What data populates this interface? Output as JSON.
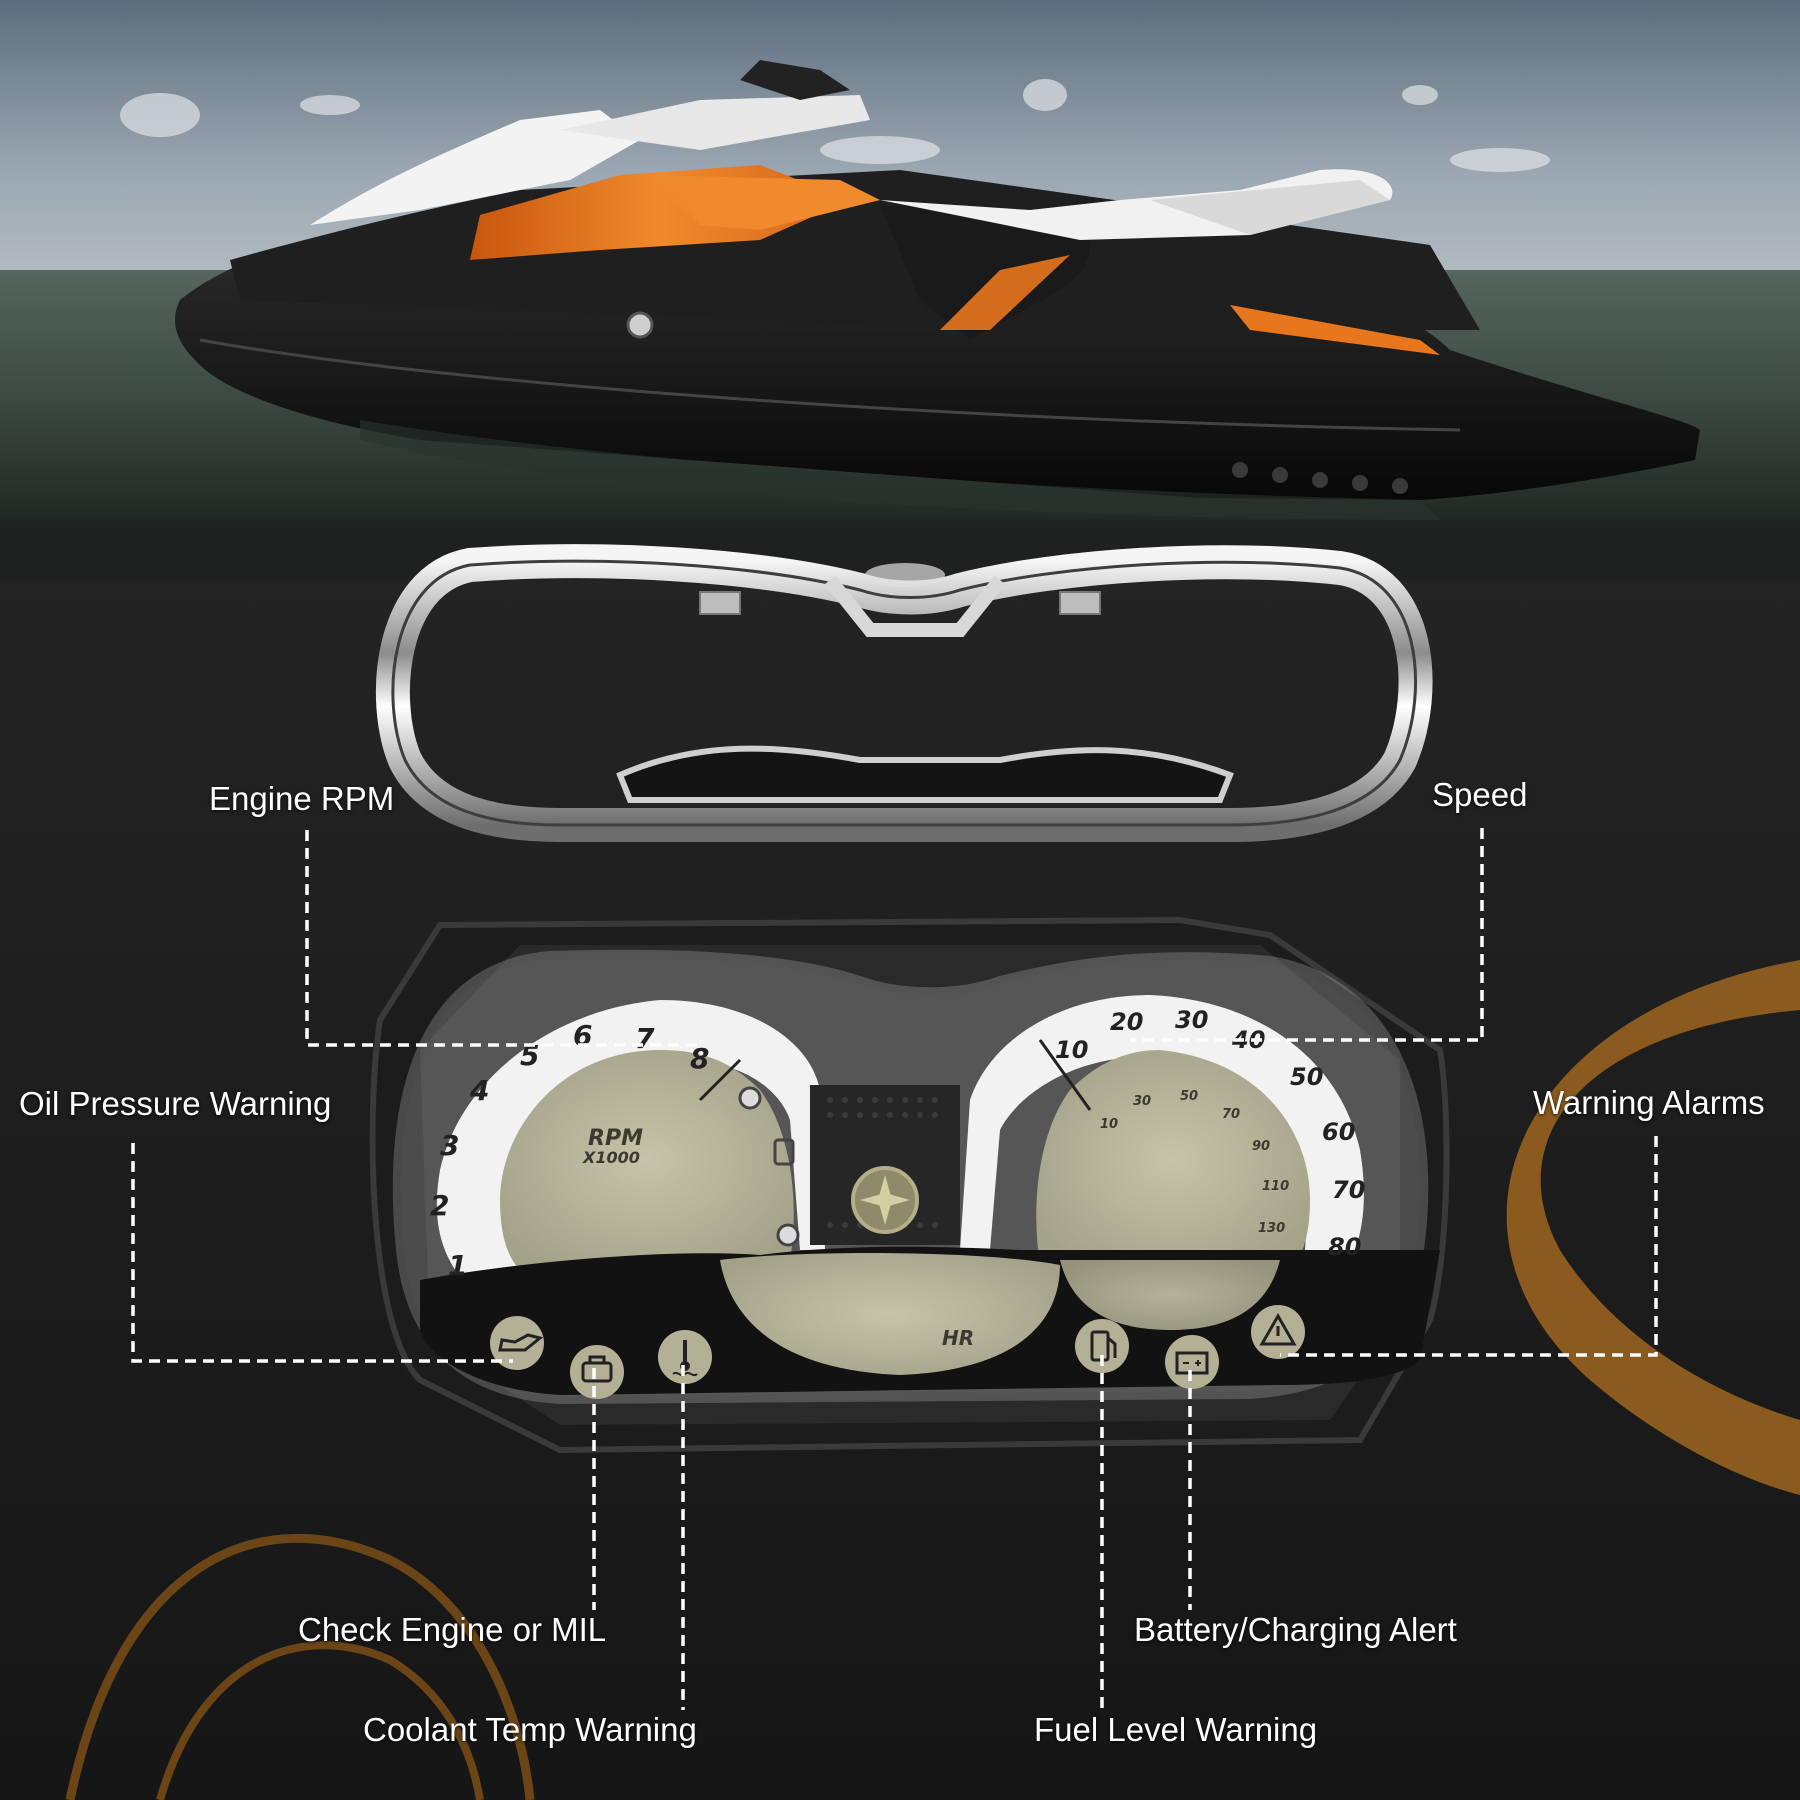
{
  "callouts": {
    "engine_rpm": "Engine RPM",
    "speed": "Speed",
    "oil_pressure": "Oil Pressure Warning",
    "warning_alarms": "Warning Alarms",
    "check_engine": "Check Engine or MIL",
    "battery": "Battery/Charging Alert",
    "coolant": "Coolant Temp Warning",
    "fuel": "Fuel Level Warning"
  },
  "gauge": {
    "rpm_label": "RPM",
    "rpm_multiplier": "X1000",
    "hr_label": "HR",
    "rpm_ticks": [
      "1",
      "2",
      "3",
      "4",
      "5",
      "6",
      "7",
      "8"
    ],
    "speed_ticks_outer": [
      "10",
      "20",
      "30",
      "40",
      "50",
      "60",
      "70",
      "80"
    ],
    "speed_ticks_inner": [
      "10",
      "30",
      "50",
      "70",
      "90",
      "110",
      "130"
    ]
  },
  "icons": [
    "oil-can-icon",
    "engine-icon",
    "thermometer-icon",
    "fuel-pump-icon",
    "battery-icon",
    "warning-triangle-icon"
  ],
  "colors": {
    "accent_orange": "#e8761c",
    "callout_text": "#ffffff",
    "lcd_green": "#b9b79b",
    "swirl_brown": "#8a5a1e"
  }
}
